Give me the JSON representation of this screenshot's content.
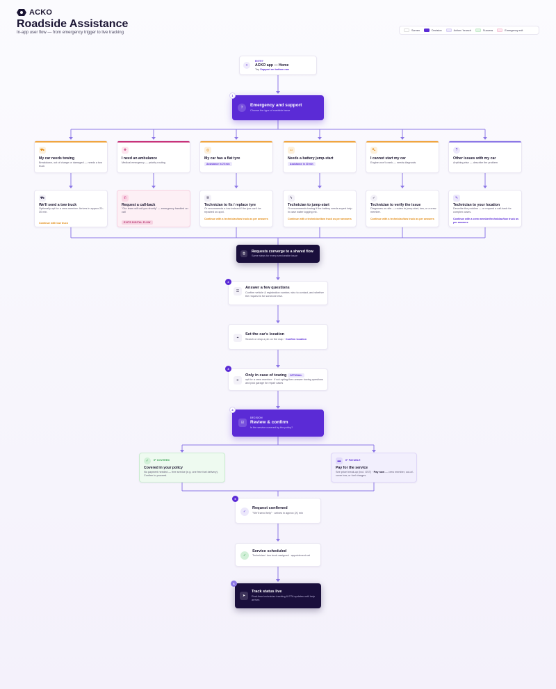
{
  "brand": {
    "logo_text": "ACKO"
  },
  "title": "Roadside Assistance",
  "subtitle": "In-app user flow — from emergency trigger to live tracking",
  "legend": [
    "Screen",
    "Decision",
    "Action / branch",
    "Success",
    "Emergency exit"
  ],
  "entry": {
    "tag": "ENTRY",
    "title": "ACKO app — Home",
    "desc_pre": "Tap",
    "desc_link": "Support on bottom nav"
  },
  "step1": {
    "num": "1",
    "title": "Emergency and support",
    "desc": "Choose the type of roadside issue"
  },
  "issues": [
    {
      "title": "My car needs towing",
      "desc": "Breakdown, out of charge or damaged — needs a tow truck",
      "badge": ""
    },
    {
      "title": "I need an ambulance",
      "desc": "Medical emergency — priority routing",
      "badge": ""
    },
    {
      "title": "My car has a flat tyre",
      "desc": "",
      "badge": "Assistance in 20 min"
    },
    {
      "title": "Needs a battery jump-start",
      "desc": "",
      "badge": "Assistance in 20 min"
    },
    {
      "title": "I cannot start my car",
      "desc": "Engine won't crank — needs diagnosis",
      "badge": ""
    },
    {
      "title": "Other issues with my car",
      "desc": "Anything else — describe the problem",
      "badge": ""
    }
  ],
  "outcomes": [
    {
      "title": "We'll send a tow truck",
      "desc": "Optionally opt for a crew member. Arrives in approx 20–30 min.",
      "link": "Continue with tow truck",
      "exit": ""
    },
    {
      "title": "Request a call-back",
      "desc": "\"Our team will call you shortly\" — emergency handled on call",
      "link": "",
      "exit": "EXITS DIGITAL FLOW"
    },
    {
      "title": "Technician to fix / replace tyre",
      "desc": "Or recommends a tow instead if the tyre can't be repaired on-spot.",
      "link": "Continue with a technician/tow truck as per answers",
      "exit": ""
    },
    {
      "title": "Technician to jump-start",
      "desc": "Or recommends towing if the battery needs expert help in case water logging etc.",
      "link": "Continue with a technician/tow truck as per answers",
      "exit": ""
    },
    {
      "title": "Technician to verify the issue",
      "desc": "Diagnoses on-site — routes to jump-start, tow, or a crew member.",
      "link": "Continue with a technician/tow truck as per answers",
      "exit": ""
    },
    {
      "title": "Technician to your location",
      "desc": "Describe the problem — or request a call-back for complex cases.",
      "link": "Continue with a crew member/technician/tow truck as per answers",
      "exit": ""
    }
  ],
  "converge": {
    "title": "Requests converge to a shared flow",
    "desc": "Same steps for every serviceable issue"
  },
  "step2": {
    "num": "2",
    "title": "Answer a few questions",
    "desc": "Confirm vehicle & registration number, who to contact, and whether the request is for someone else."
  },
  "location": {
    "title": "Set the car's location",
    "desc": "Search or drop a pin on the map ·",
    "link": "Confirm location"
  },
  "step3": {
    "num": "3",
    "title": "Only in case of towing",
    "tag": "OPTIONAL",
    "desc": "opt for a crew member · if not opting then answer towing questions and pick garage for repair cases"
  },
  "step4": {
    "num": "4",
    "tag": "DECISION",
    "title": "Review & confirm",
    "desc": "Is the service covered by the policy?"
  },
  "covered": {
    "tag": "IF COVERED",
    "title": "Covered in your policy",
    "desc": "No payment needed — free service (e.g. one free fuel delivery). Confirm to proceed."
  },
  "payable": {
    "tag": "IF PAYABLE",
    "title": "Pay for the service",
    "desc_pre": "See price break-up (incl. GST) ·",
    "desc_link": "Pay now",
    "desc_post": "— crew member, out-of-cover tow, or fuel charges."
  },
  "step5": {
    "num": "5",
    "title": "Request confirmed",
    "desc": "\"We'll send help\" · arrives in approx {X} min"
  },
  "scheduled": {
    "title": "Service scheduled",
    "desc": "Technician / tow truck assigned · appointment set"
  },
  "step6": {
    "num": "6",
    "title": "Track status live",
    "desc": "Real-time technician tracking & ETA updates until help arrives"
  },
  "colors": {
    "primary": "#5b2bd6",
    "navy": "#1a0f3c",
    "orange": "#f0a640",
    "pink": "#e0529a",
    "success": "#dff5e3"
  }
}
